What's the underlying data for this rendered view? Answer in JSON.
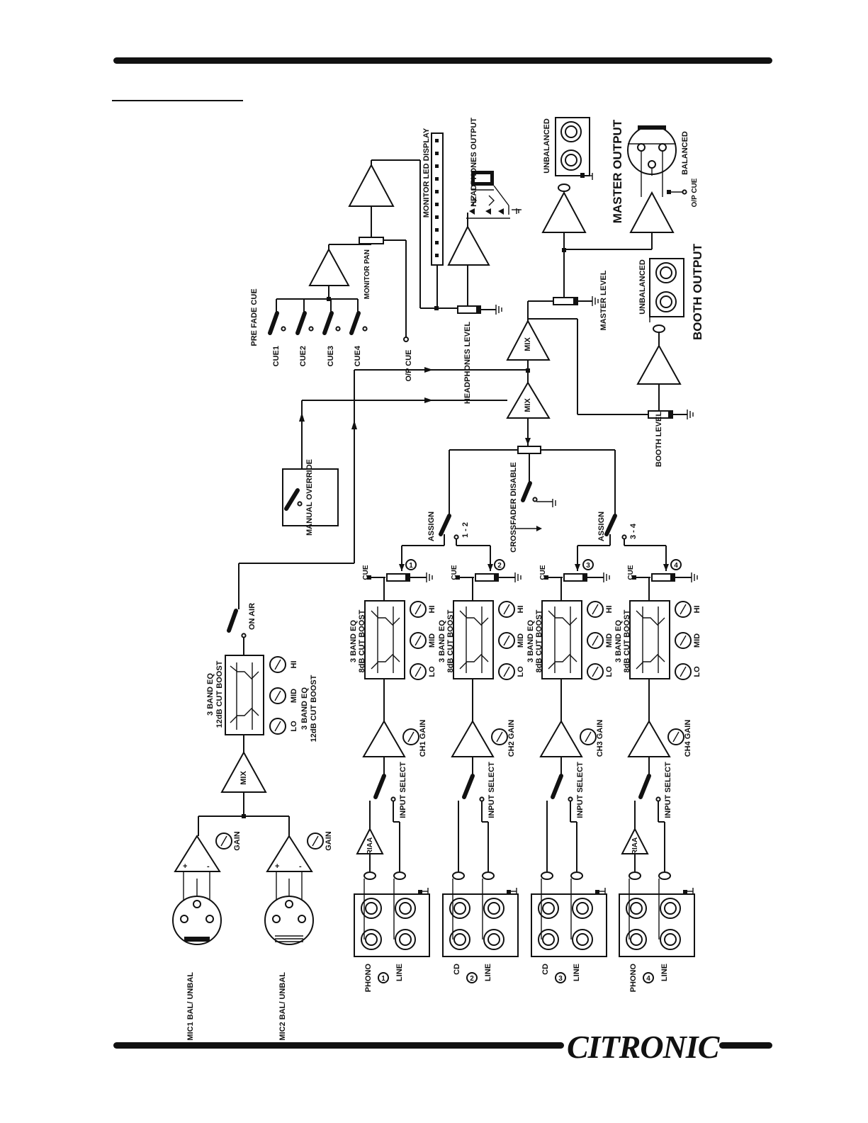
{
  "brand": {
    "logo": "CITRONIC"
  },
  "labels": {
    "headphones_output": "HEADPHONES OUTPUT",
    "monitor_led_display": "MONITOR LED DISPLAY",
    "monitor_pan": "MONITOR PAN",
    "pre_fade_cue": "PRE FADE CUE",
    "cue1": "CUE1",
    "cue2": "CUE2",
    "cue3": "CUE3",
    "cue4": "CUE4",
    "op_cue": "O/P CUE",
    "headphones_level": "HEADPHONES LEVEL",
    "master_level": "MASTER LEVEL",
    "booth_level": "BOOTH LEVEL",
    "unbalanced_master": "UNBALANCED",
    "balanced": "BALANCED",
    "master_output": "MASTER OUTPUT",
    "op_cue_master": "O/P CUE",
    "unbalanced_booth": "UNBALANCED",
    "booth_output": "BOOTH OUTPUT",
    "mix_top": "MIX",
    "mix_mid": "MIX",
    "mix_mic": "MIX",
    "manual_override": "MANUAL OVERRIDE",
    "crossfader_disable": "CROSSFADER DISABLE",
    "assign_left": "ASSIGN",
    "assign_left_range": "1 - 2",
    "assign_right": "ASSIGN",
    "assign_right_range": "3 - 4",
    "on_air": "ON AIR",
    "mic_eq_title": "3 BAND EQ",
    "mic_eq_sub": "12dB CUT BOOST",
    "mic_eq_title2": "3 BAND EQ",
    "mic_eq_sub2": "12dB CUT BOOST",
    "mic1": "MIC1 BAL/ UNBAL",
    "mic2": "MIC2 BAL/ UNBAL",
    "gain": "GAIN",
    "hi": "HI",
    "mid": "MID",
    "lo": "LO",
    "cue": "CUE",
    "eq_title": "3 BAND EQ",
    "eq_sub": "8dB CUT BOOST",
    "input_select": "INPUT SELECT",
    "riaa": "RIAA",
    "phono": "PHONO",
    "cd": "CD",
    "line": "LINE"
  },
  "channels": [
    {
      "gain_label": "CH1 GAIN",
      "number": "1",
      "source": "PHONO"
    },
    {
      "gain_label": "CH2 GAIN",
      "number": "2",
      "source": "CD"
    },
    {
      "gain_label": "CH3 GAIN",
      "number": "3",
      "source": "CD"
    },
    {
      "gain_label": "CH4 GAIN",
      "number": "4",
      "source": "PHONO"
    }
  ]
}
